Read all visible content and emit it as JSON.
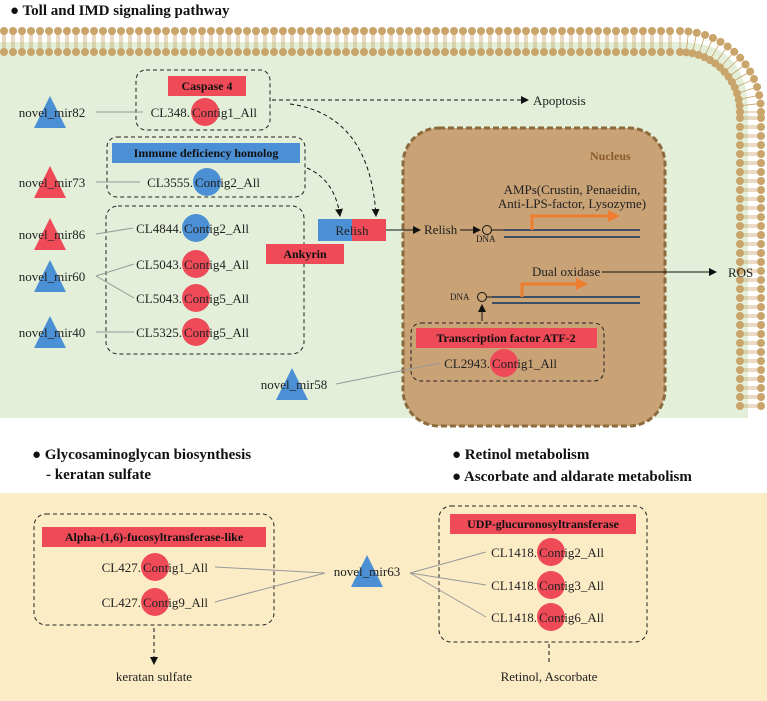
{
  "sections": {
    "toll": "● Toll and IMD signaling pathway",
    "gag1": "● Glycosaminoglycan biosynthesis",
    "gag2": "- keratan sulfate",
    "ret1": "● Retinol metabolism",
    "ret2": "● Ascorbate and aldarate metabolism"
  },
  "colors": {
    "red": "#ef4a57",
    "blue": "#4b8fd4",
    "cell": "#e3efd9",
    "nucleus": "#c9a276",
    "lower": "#fbecc6",
    "membrane": "#c9a46b",
    "arrow": "#ee7d2d"
  },
  "mirnas": {
    "m82": "novel_mir82",
    "m73": "novel_mir73",
    "m86": "novel_mir86",
    "m60": "novel_mir60",
    "m40": "novel_mir40",
    "m58": "novel_mir58",
    "m63": "novel_mir63"
  },
  "genes": {
    "caspase": {
      "label": "Caspase 4",
      "contig": {
        "pre": "CL348.",
        "suf": "Contig1_All"
      }
    },
    "imd": {
      "label": "Immune deficiency homolog",
      "contig": {
        "pre": "CL3555.",
        "suf": "Contig2_All"
      }
    },
    "ank": {
      "label": "Ankyrin",
      "contigs": [
        {
          "pre": "CL4844.",
          "suf": "Contig2_All"
        },
        {
          "pre": "CL5043.",
          "suf": "Contig4_All"
        },
        {
          "pre": "CL5043.",
          "suf": "Contig5_All"
        },
        {
          "pre": "CL5325.",
          "suf": "Contig5_All"
        }
      ]
    },
    "atf": {
      "label": "Transcription factor ATF-2",
      "contig": {
        "pre": "CL2943.",
        "suf": "Contig1_All"
      }
    },
    "fuco": {
      "label": "Alpha-(1,6)-fucosyltransferase-like",
      "contigs": [
        {
          "pre": "CL427.",
          "suf": "Contig1_All"
        },
        {
          "pre": "CL427.",
          "suf": "Contig9_All"
        }
      ]
    },
    "udp": {
      "label": "UDP-glucuronosyltransferase",
      "contigs": [
        {
          "pre": "CL1418.",
          "suf": "Contig2_All"
        },
        {
          "pre": "CL1418.",
          "suf": "Contig3_All"
        },
        {
          "pre": "CL1418.",
          "suf": "Contig6_All"
        }
      ]
    }
  },
  "labels": {
    "apoptosis": "Apoptosis",
    "relish_box": "Relish",
    "relish": "Relish",
    "dna1": "DNA",
    "dna2": "DNA",
    "nucleus": "Nucleus",
    "amps1": "AMPs(Crustin, Penaeidin,",
    "amps2": "Anti-LPS-factor, Lysozyme)",
    "duox": "Dual oxidase",
    "ros": "ROS",
    "keratan": "keratan sulfate",
    "retinol": "Retinol, Ascorbate"
  }
}
